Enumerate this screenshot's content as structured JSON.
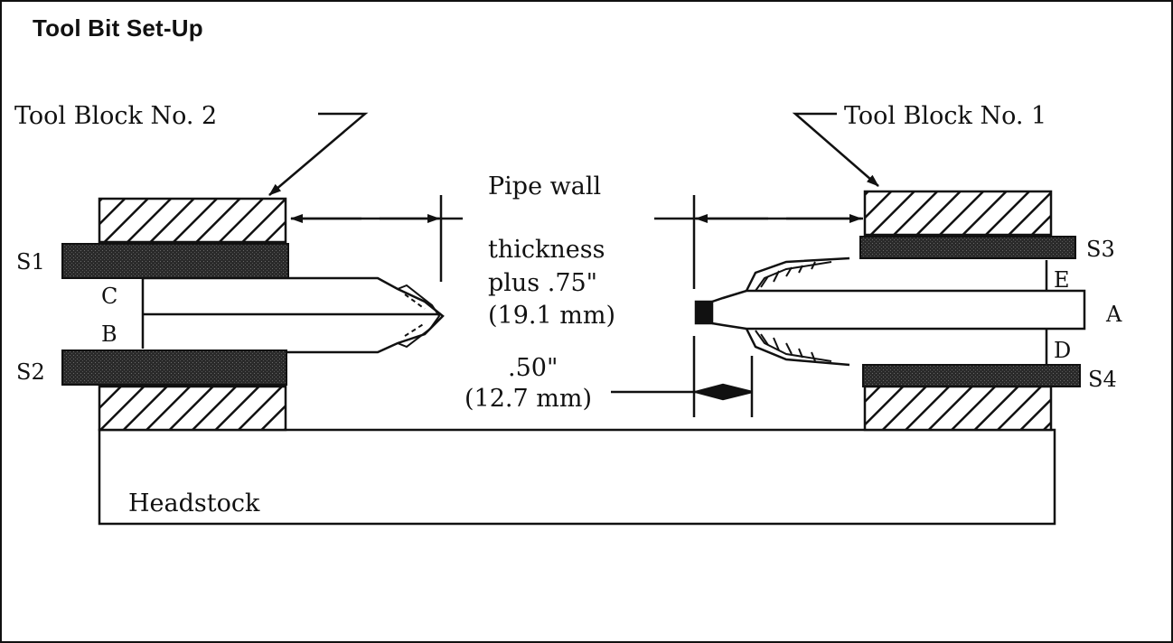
{
  "title": "Tool Bit Set-Up",
  "labels": {
    "tool_block_2": "Tool Block No. 2",
    "tool_block_1": "Tool Block No. 1",
    "pipe_wall": "Pipe wall",
    "thickness": "thickness",
    "plus": "plus .75\"",
    "plus_mm": "(19.1 mm)",
    "gap_in": ".50\"",
    "gap_mm": "(12.7 mm)",
    "headstock": "Headstock",
    "s1": "S1",
    "s2": "S2",
    "s3": "S3",
    "s4": "S4",
    "a": "A",
    "b": "B",
    "c": "C",
    "d": "D",
    "e": "E"
  }
}
